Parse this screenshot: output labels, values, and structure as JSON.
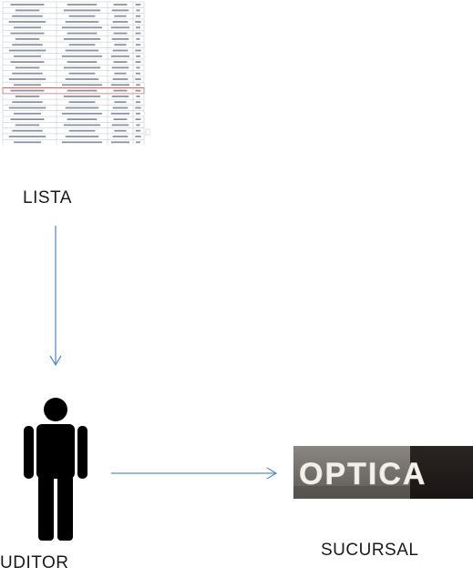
{
  "labels": {
    "lista": "LISTA",
    "auditor": "UDITOR",
    "sucursal": "SUCURSAL"
  },
  "sign": {
    "text": "OPTICA"
  },
  "colors": {
    "arrow": "#5b8cc4",
    "figure": "#000000",
    "highlight_row": "#c0504d",
    "table_lines": "#a9b4c2"
  },
  "icons": {
    "document": "document-table-icon",
    "person": "person-icon",
    "store": "optica-storefront-icon"
  }
}
